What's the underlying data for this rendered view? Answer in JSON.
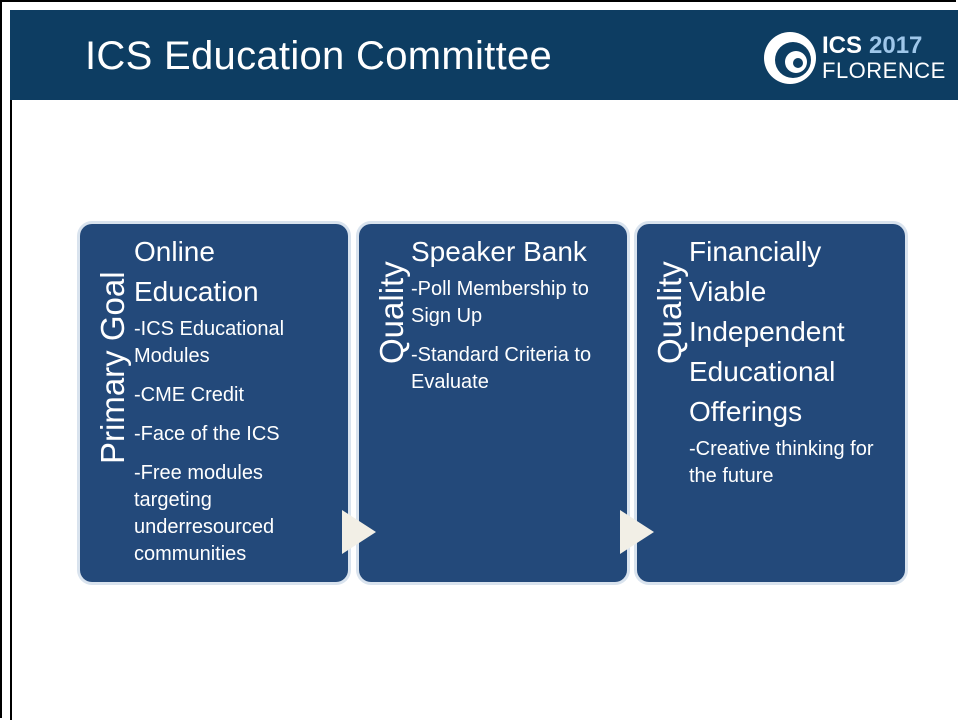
{
  "slide": {
    "title": "ICS Education Committee"
  },
  "logo": {
    "ics": "ICS",
    "year": "2017",
    "city": "FLORENCE"
  },
  "colors": {
    "title_bar": "#0d3d62",
    "card": "#23497a",
    "arrow": "#f2efe6"
  },
  "cards": [
    {
      "side_label": "Primary Goal",
      "heading": "Online Education",
      "items": [
        "-ICS Educational Modules",
        "-CME Credit",
        "-Face of the ICS",
        "-Free modules targeting underresourced communities"
      ]
    },
    {
      "side_label": "Quality",
      "heading": "Speaker Bank",
      "items": [
        "-Poll Membership to Sign Up",
        "-Standard Criteria to Evaluate"
      ]
    },
    {
      "side_label": "Quality",
      "heading": "Financially Viable Independent Educational Offerings",
      "items": [
        "-Creative thinking for the future"
      ]
    }
  ]
}
